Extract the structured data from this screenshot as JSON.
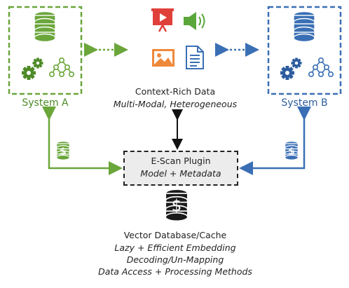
{
  "system_a": {
    "label": "System A",
    "color": "#6aa63a",
    "dark": "#4d8a26"
  },
  "system_b": {
    "label": "System B",
    "color": "#3a6fb5",
    "dark": "#2d5c9e"
  },
  "context": {
    "title": "Context-Rich Data",
    "subtitle": "Multi-Modal, Heterogeneous"
  },
  "plugin": {
    "title": "E-Scan Plugin",
    "subtitle": "Model + Metadata"
  },
  "vector_db": {
    "title": "Vector Database/Cache",
    "lines": [
      "Lazy + Efficient Embedding",
      "Decoding/Un-Mapping",
      "Data Access + Processing Methods"
    ]
  },
  "icons": {
    "system_a": [
      "database-icon",
      "gears-icon",
      "network-graph-icon"
    ],
    "system_b": [
      "database-icon",
      "gears-icon",
      "network-graph-icon"
    ],
    "context": [
      "presentation-icon",
      "speaker-icon",
      "image-icon",
      "document-icon"
    ],
    "flows": [
      "dollar-database-icon",
      "dollar-database-icon"
    ],
    "center": "dollar-database-icon"
  },
  "colors": {
    "presentation": "#e0403a",
    "speaker": "#5aa63a",
    "image": "#f0883a",
    "document": "#3a6fb5"
  }
}
